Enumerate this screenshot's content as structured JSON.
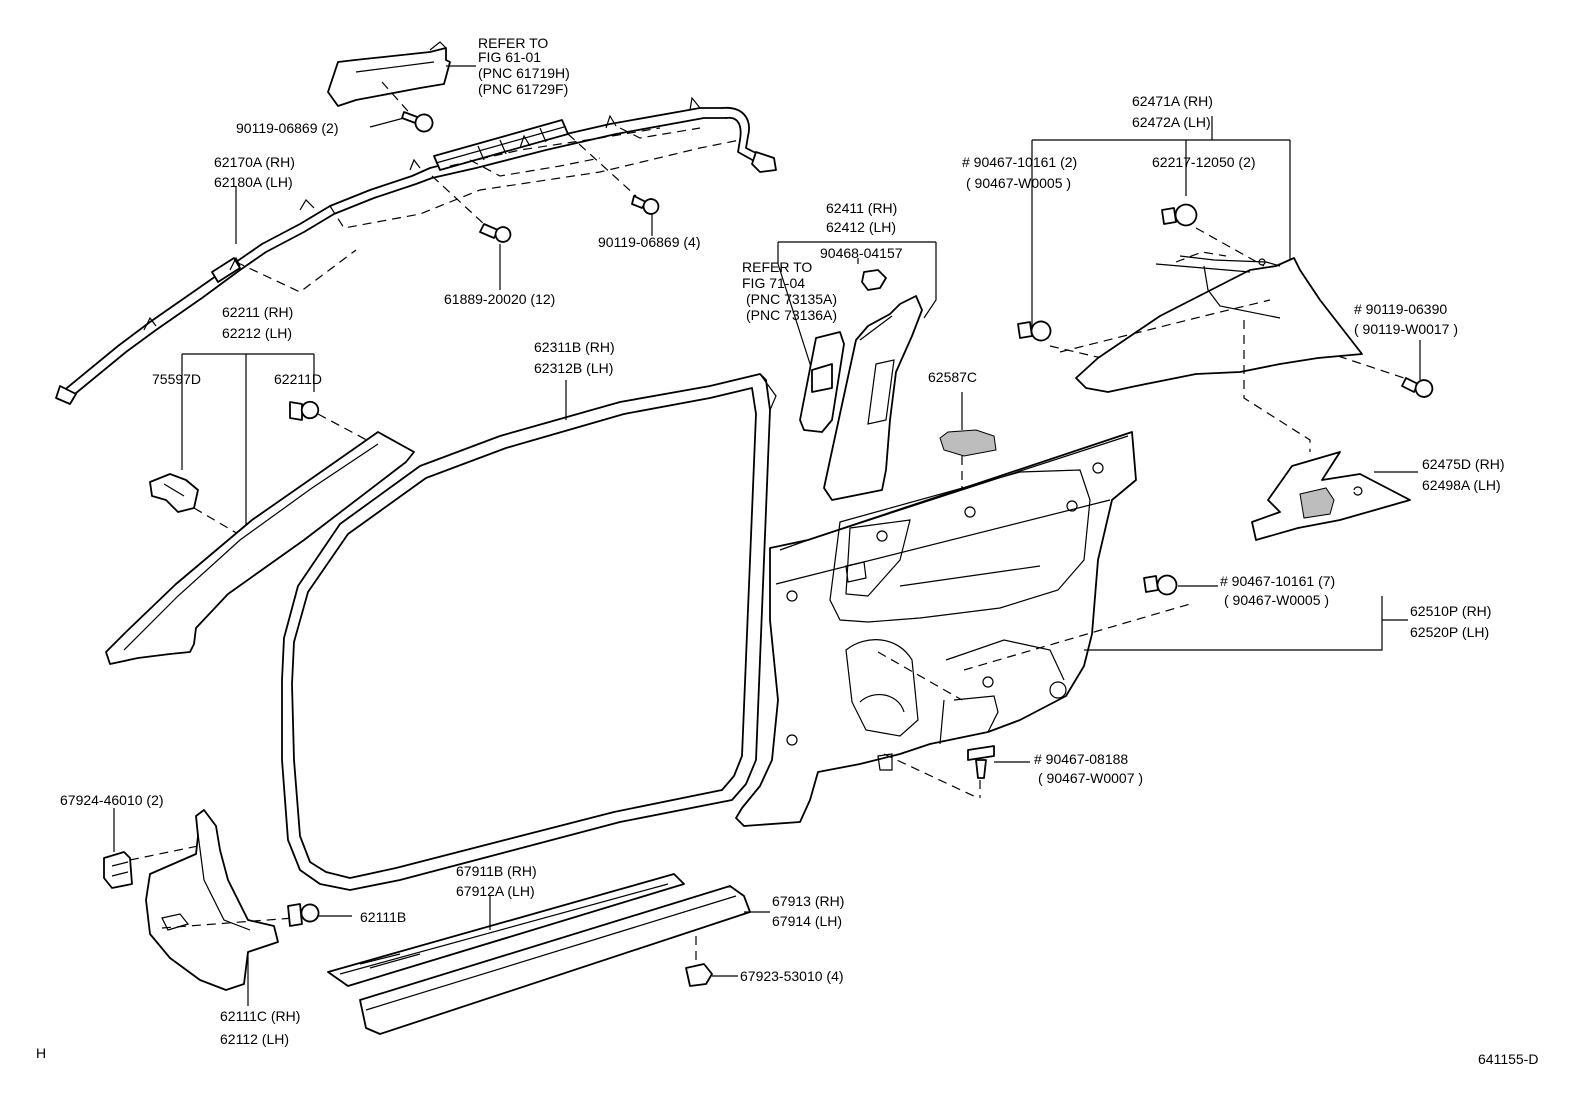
{
  "labels": {
    "refer_61_l1": "REFER TO",
    "refer_61_l2": "FIG 61-01",
    "refer_61_l3": "(PNC 61719H)",
    "refer_61_l4": "(PNC 61729F)",
    "bolt_top": "90119-06869 (2)",
    "airbag_rh": "62170A (RH)",
    "airbag_lh": "62180A (LH)",
    "bolt_mid": "90119-06869 (4)",
    "clip_12": "61889-20020 (12)",
    "apillar_rh": "62211 (RH)",
    "apillar_lh": "62212 (LH)",
    "clip_75597d": "75597D",
    "clip_62211d": "62211D",
    "weather_rh": "62311B (RH)",
    "weather_lh": "62312B (LH)",
    "bpillar_rh": "62411 (RH)",
    "bpillar_lh": "62412 (LH)",
    "clip_90468": "90468-04157",
    "refer_71_l1": "REFER TO",
    "refer_71_l2": "FIG 71-04",
    "refer_71_l3": "(PNC 73135A)",
    "refer_71_l4": "(PNC 73136A)",
    "cover_62587c": "62587C",
    "cpillar_rh": "62471A (RH)",
    "cpillar_lh": "62472A (LH)",
    "clip_10161_2": "# 90467-10161 (2)",
    "clip_w0005_a": "( 90467-W0005 )",
    "clip_12050": "62217-12050 (2)",
    "bolt_06390": "# 90119-06390",
    "bolt_w0017": "( 90119-W0017 )",
    "pad_rh": "62475D (RH)",
    "pad_lh": "62498A (LH)",
    "clip_10161_7": "# 90467-10161 (7)",
    "clip_w0005_b": "( 90467-W0005 )",
    "quarter_rh": "62510P (RH)",
    "quarter_lh": "62520P (LH)",
    "clip_08188": "# 90467-08188",
    "clip_w0007": "( 90467-W0007 )",
    "clip_46010": "67924-46010 (2)",
    "clip_62111b": "62111B",
    "cowl_rh": "62111C (RH)",
    "cowl_lh": "62112   (LH)",
    "scuff_rh": "67911B (RH)",
    "scuff_lh": "67912A (LH)",
    "sill_rh": "67913 (RH)",
    "sill_lh": "67914 (LH)",
    "clip_53010": "67923-53010 (4)",
    "corner_h": "H",
    "figure_code": "641155-D"
  }
}
